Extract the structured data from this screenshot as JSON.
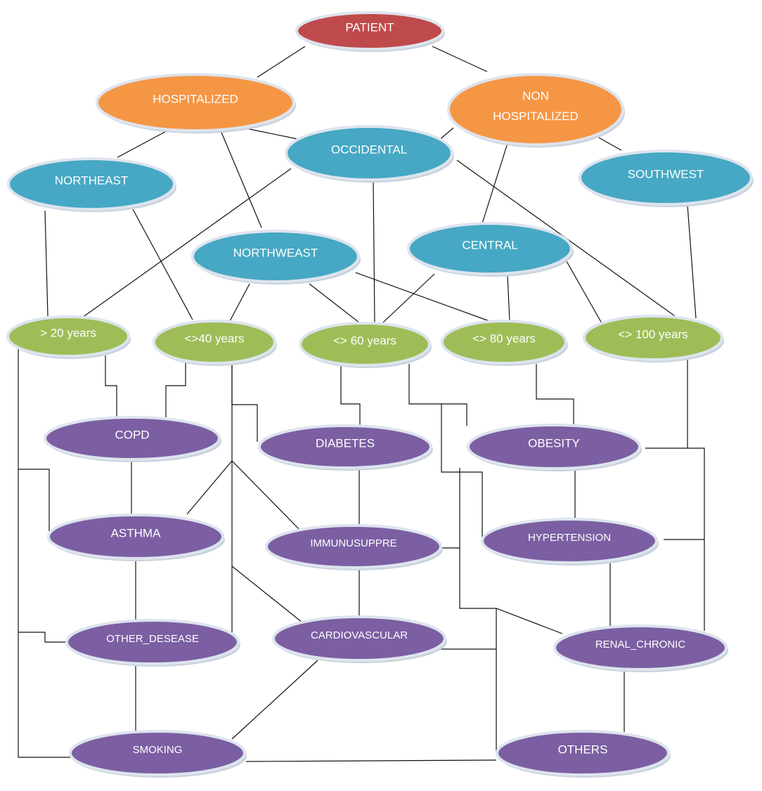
{
  "colors": {
    "patient": "#bf4a4c",
    "hospital_status": "#f59645",
    "region": "#46a8c4",
    "age": "#9ebd57",
    "condition": "#7b5fa2",
    "outline": "#dde4ee",
    "edge": "#111111"
  },
  "nodes": {
    "patient": {
      "label": "PATIENT",
      "kind": "patient"
    },
    "hospitalized": {
      "label": "HOSPITALIZED",
      "kind": "hospital_status"
    },
    "non_hospitalized": {
      "label": [
        "NON",
        "HOSPITALIZED"
      ],
      "kind": "hospital_status"
    },
    "occidental": {
      "label": "OCCIDENTAL",
      "kind": "region"
    },
    "northeast": {
      "label": "NORTHEAST",
      "kind": "region"
    },
    "southwest": {
      "label": "SOUTHWEST",
      "kind": "region"
    },
    "northweast": {
      "label": "NORTHWEAST",
      "kind": "region"
    },
    "central": {
      "label": "CENTRAL",
      "kind": "region"
    },
    "age_20": {
      "label": "> 20 years",
      "kind": "age"
    },
    "age_40": {
      "label": "<>40 years",
      "kind": "age"
    },
    "age_60": {
      "label": "<> 60 years",
      "kind": "age"
    },
    "age_80": {
      "label": "<> 80 years",
      "kind": "age"
    },
    "age_100": {
      "label": "<> 100 years",
      "kind": "age"
    },
    "copd": {
      "label": "COPD",
      "kind": "condition"
    },
    "diabetes": {
      "label": "DIABETES",
      "kind": "condition"
    },
    "obesity": {
      "label": "OBESITY",
      "kind": "condition"
    },
    "asthma": {
      "label": "ASTHMA",
      "kind": "condition"
    },
    "immunusuppre": {
      "label": "IMMUNUSUPPRE",
      "kind": "condition"
    },
    "hypertension": {
      "label": "HYPERTENSION",
      "kind": "condition"
    },
    "other_desease": {
      "label": "OTHER_DESEASE",
      "kind": "condition"
    },
    "cardiovascular": {
      "label": "CARDIOVASCULAR",
      "kind": "condition"
    },
    "renal_chronic": {
      "label": "RENAL_CHRONIC",
      "kind": "condition"
    },
    "smoking": {
      "label": "SMOKING",
      "kind": "condition"
    },
    "others": {
      "label": "OTHERS",
      "kind": "condition"
    }
  },
  "edges": [
    [
      "patient",
      "hospitalized"
    ],
    [
      "patient",
      "non_hospitalized"
    ],
    [
      "hospitalized",
      "northeast"
    ],
    [
      "hospitalized",
      "occidental"
    ],
    [
      "hospitalized",
      "northweast"
    ],
    [
      "non_hospitalized",
      "occidental"
    ],
    [
      "non_hospitalized",
      "central"
    ],
    [
      "non_hospitalized",
      "southwest"
    ],
    [
      "northeast",
      "age_20"
    ],
    [
      "northeast",
      "age_40"
    ],
    [
      "occidental",
      "age_20"
    ],
    [
      "occidental",
      "age_60"
    ],
    [
      "occidental",
      "age_100"
    ],
    [
      "northweast",
      "age_40"
    ],
    [
      "northweast",
      "age_60"
    ],
    [
      "northweast",
      "age_80"
    ],
    [
      "central",
      "age_60"
    ],
    [
      "central",
      "age_80"
    ],
    [
      "central",
      "age_100"
    ],
    [
      "southwest",
      "age_100"
    ],
    [
      "age_20",
      "copd"
    ],
    [
      "age_40",
      "copd"
    ],
    [
      "age_40",
      "diabetes"
    ],
    [
      "age_60",
      "diabetes"
    ],
    [
      "age_60",
      "obesity"
    ],
    [
      "age_60",
      "hypertension"
    ],
    [
      "age_80",
      "obesity"
    ],
    [
      "age_100",
      "obesity"
    ],
    [
      "copd",
      "asthma"
    ],
    [
      "diabetes",
      "immunusuppre"
    ],
    [
      "obesity",
      "hypertension"
    ],
    [
      "age_40",
      "asthma"
    ],
    [
      "age_40",
      "immunusuppre"
    ],
    [
      "age_40",
      "other_desease"
    ],
    [
      "age_40",
      "cardiovascular"
    ],
    [
      "age_20",
      "asthma"
    ],
    [
      "age_20",
      "other_desease"
    ],
    [
      "age_20",
      "smoking"
    ],
    [
      "asthma",
      "other_desease"
    ],
    [
      "immunusuppre",
      "cardiovascular"
    ],
    [
      "hypertension",
      "renal_chronic"
    ],
    [
      "immunusuppre",
      "renal_chronic"
    ],
    [
      "other_desease",
      "smoking"
    ],
    [
      "cardiovascular",
      "smoking"
    ],
    [
      "cardiovascular",
      "others"
    ],
    [
      "renal_chronic",
      "others"
    ],
    [
      "smoking",
      "others"
    ],
    [
      "obesity",
      "renal_chronic"
    ],
    [
      "hypertension",
      "renal_chronic"
    ]
  ]
}
